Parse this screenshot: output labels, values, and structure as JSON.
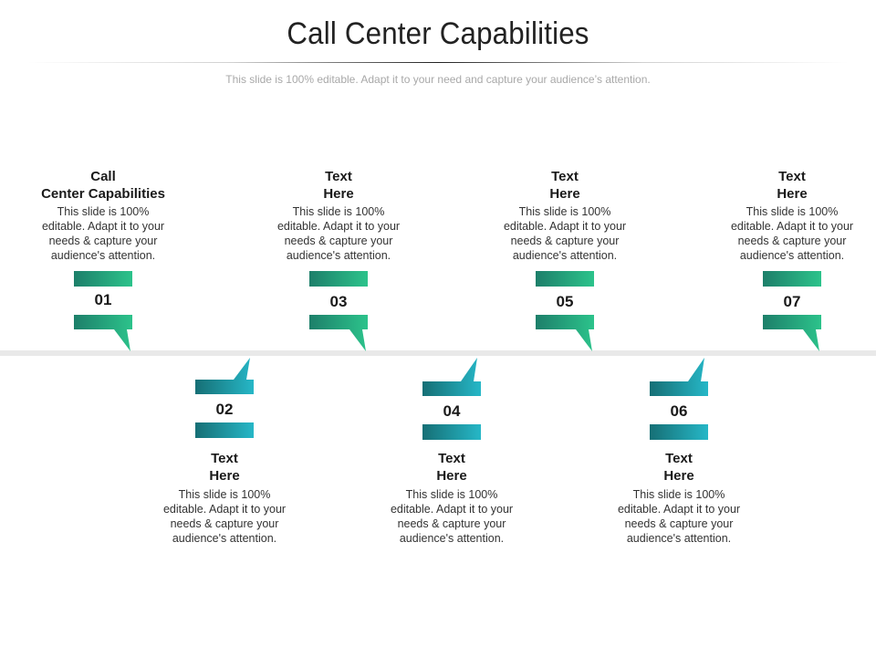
{
  "header": {
    "title": "Call Center Capabilities",
    "subtitle": "This slide is 100% editable. Adapt it to your need and capture your audience’s attention."
  },
  "colors": {
    "green_dark": "#1d7f6a",
    "green_light": "#2cc38b",
    "teal_dark": "#166f75",
    "teal_light": "#26b7c7",
    "timeline": "#e9e9e9"
  },
  "steps": [
    {
      "number": "01",
      "heading": "Call\nCenter Capabilities",
      "description": "This slide is 100%\neditable. Adapt it to your\nneeds & capture your\naudience's attention."
    },
    {
      "number": "02",
      "heading": "Text\nHere",
      "description": "This slide is 100%\neditable. Adapt it to your\nneeds & capture your\naudience's attention."
    },
    {
      "number": "03",
      "heading": "Text\nHere",
      "description": "This slide is 100%\neditable. Adapt it to your\nneeds & capture your\naudience's attention."
    },
    {
      "number": "04",
      "heading": "Text\nHere",
      "description": "This slide is 100%\neditable. Adapt it to your\nneeds & capture your\naudience's attention."
    },
    {
      "number": "05",
      "heading": "Text\nHere",
      "description": "This slide is 100%\neditable. Adapt it to your\nneeds & capture your\naudience's attention."
    },
    {
      "number": "06",
      "heading": "Text\nHere",
      "description": "This slide is 100%\neditable. Adapt it to your\nneeds & capture your\naudience's attention."
    },
    {
      "number": "07",
      "heading": "Text\nHere",
      "description": "This slide is 100%\neditable. Adapt it to your\nneeds & capture your\naudience's attention."
    }
  ]
}
